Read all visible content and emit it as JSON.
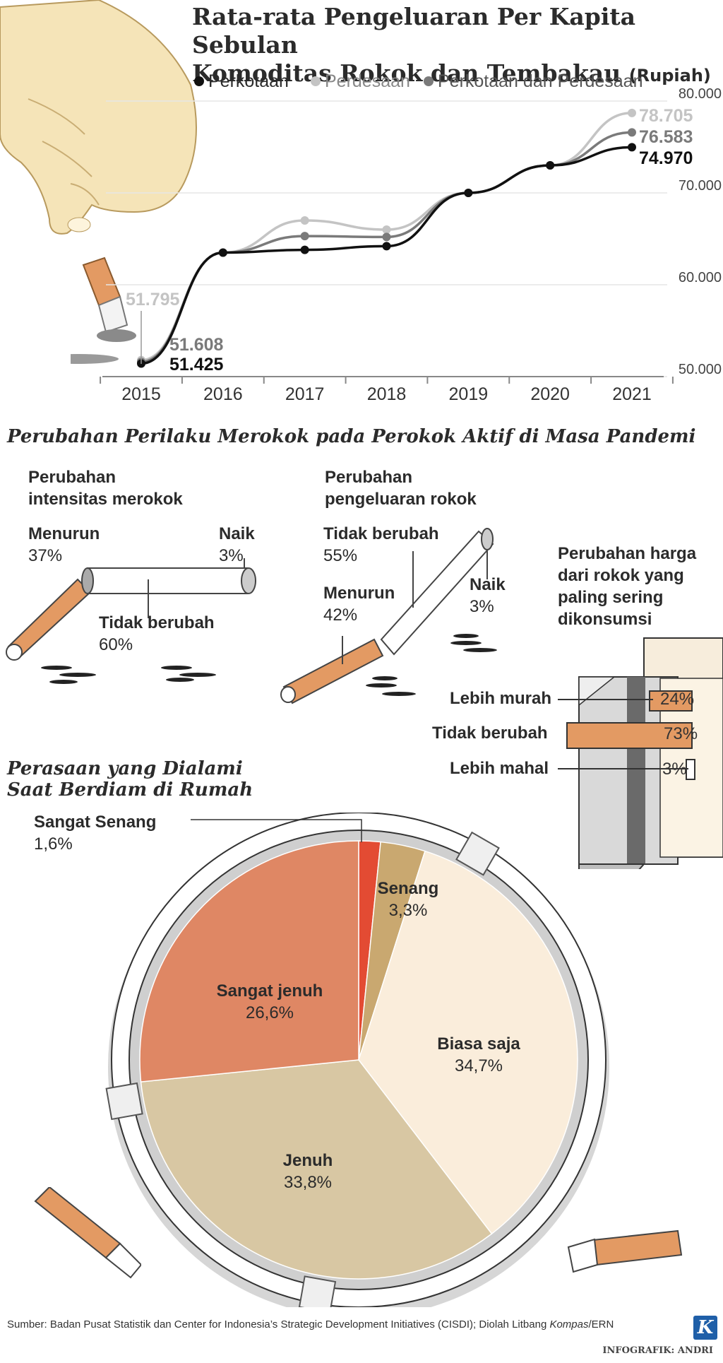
{
  "title_line1": "Rata-rata Pengeluaran Per Kapita Sebulan",
  "title_line2": "Komoditas Rokok dan Tembakau",
  "title_unit": "(Rupiah)",
  "colors": {
    "perkotaan": "#111111",
    "perdesaan": "#c4c4c4",
    "gabungan": "#7a7a7a",
    "orange": "#e39a63",
    "salmon": "#df8764",
    "tan": "#d8c7a3",
    "cream": "#faeddb",
    "gold": "#c9a870",
    "red": "#e34b33"
  },
  "chart_data": [
    {
      "type": "line",
      "title": "Rata-rata Pengeluaran Per Kapita Sebulan Komoditas Rokok dan Tembakau (Rupiah)",
      "x": [
        "2015",
        "2016",
        "2017",
        "2018",
        "2019",
        "2020",
        "2021"
      ],
      "ylim": [
        50000,
        80000
      ],
      "yticks": [
        "50.000",
        "60.000",
        "70.000",
        "80.000"
      ],
      "grid": true,
      "legend_placement": "top",
      "series": [
        {
          "name": "Perkotaan",
          "color": "#111111",
          "values": [
            51425,
            63500,
            63800,
            64200,
            70000,
            73000,
            74970
          ]
        },
        {
          "name": "Perdesaan",
          "color": "#c4c4c4",
          "values": [
            51795,
            63500,
            67000,
            66000,
            70000,
            73000,
            78705
          ]
        },
        {
          "name": "Perkotaan dan Perdesaan",
          "color": "#7a7a7a",
          "values": [
            51608,
            63500,
            65300,
            65200,
            70000,
            73000,
            76583
          ]
        }
      ],
      "data_labels": [
        {
          "series": "Perdesaan",
          "x": "2015",
          "text": "51.795"
        },
        {
          "series": "Perkotaan dan Perdesaan",
          "x": "2015",
          "text": "51.608"
        },
        {
          "series": "Perkotaan",
          "x": "2015",
          "text": "51.425"
        },
        {
          "series": "Perdesaan",
          "x": "2021",
          "text": "78.705"
        },
        {
          "series": "Perkotaan dan Perdesaan",
          "x": "2021",
          "text": "76.583"
        },
        {
          "series": "Perkotaan",
          "x": "2021",
          "text": "74.970"
        }
      ]
    },
    {
      "type": "bar",
      "title": "Perubahan intensitas merokok",
      "categories": [
        "Menurun",
        "Tidak berubah",
        "Naik"
      ],
      "values": [
        37,
        60,
        3
      ],
      "labels": [
        "37%",
        "60%",
        "3%"
      ]
    },
    {
      "type": "bar",
      "title": "Perubahan pengeluaran rokok",
      "categories": [
        "Tidak berubah",
        "Menurun",
        "Naik"
      ],
      "values": [
        55,
        42,
        3
      ],
      "labels": [
        "55%",
        "42%",
        "3%"
      ]
    },
    {
      "type": "bar",
      "title": "Perubahan harga dari rokok yang paling sering dikonsumsi",
      "categories": [
        "Lebih murah",
        "Tidak berubah",
        "Lebih mahal"
      ],
      "values": [
        24,
        73,
        3
      ],
      "labels": [
        "24%",
        "73%",
        "3%"
      ]
    },
    {
      "type": "pie",
      "title": "Perasaan yang Dialami Saat Berdiam di Rumah",
      "categories": [
        "Sangat Senang",
        "Senang",
        "Biasa saja",
        "Jenuh",
        "Sangat jenuh"
      ],
      "values": [
        1.6,
        3.3,
        34.7,
        33.8,
        26.6
      ],
      "labels": [
        "1,6%",
        "3,3%",
        "34,7%",
        "33,8%",
        "26,6%"
      ],
      "colors": [
        "#e34b33",
        "#c9a870",
        "#faeddb",
        "#d8c7a3",
        "#df8764"
      ]
    }
  ],
  "legend": [
    "Perkotaan",
    "Perdesaan",
    "Perkotaan dan Perdesaan"
  ],
  "section2_title": "Perubahan Perilaku Merokok pada Perokok Aktif di Masa Pandemi",
  "intensity": {
    "title_line1": "Perubahan",
    "title_line2": "intensitas merokok",
    "down_label": "Menurun",
    "down_value": "37%",
    "up_label": "Naik",
    "up_value": "3%",
    "same_label": "Tidak berubah",
    "same_value": "60%"
  },
  "spending": {
    "title_line1": "Perubahan",
    "title_line2": "pengeluaran rokok",
    "same_label": "Tidak berubah",
    "same_value": "55%",
    "up_label": "Naik",
    "up_value": "3%",
    "down_label": "Menurun",
    "down_value": "42%"
  },
  "price": {
    "title_lines": [
      "Perubahan harga",
      "dari rokok yang",
      "paling sering",
      "dikonsumsi"
    ],
    "cheaper_label": "Lebih murah",
    "cheaper_value": "24%",
    "same_label": "Tidak berubah",
    "same_value": "73%",
    "pricier_label": "Lebih mahal",
    "pricier_value": "3%"
  },
  "feelings": {
    "title_line1": "Perasaan yang Dialami",
    "title_line2": "Saat Berdiam di Rumah",
    "very_happy_label": "Sangat Senang",
    "very_happy_value": "1,6%",
    "happy_label": "Senang",
    "happy_value": "3,3%",
    "neutral_label": "Biasa saja",
    "neutral_value": "34,7%",
    "bored_label": "Jenuh",
    "bored_value": "33,8%",
    "very_bored_label": "Sangat jenuh",
    "very_bored_value": "26,6%"
  },
  "source_prefix": "Sumber: Badan Pusat Statistik dan Center for Indonesia’s Strategic Development Initiatives (CISDI); Diolah Litbang ",
  "source_italic": "Kompas",
  "source_suffix": "/ERN",
  "credit": "INFOGRAFIK: ANDRI",
  "logo_letter": "K"
}
